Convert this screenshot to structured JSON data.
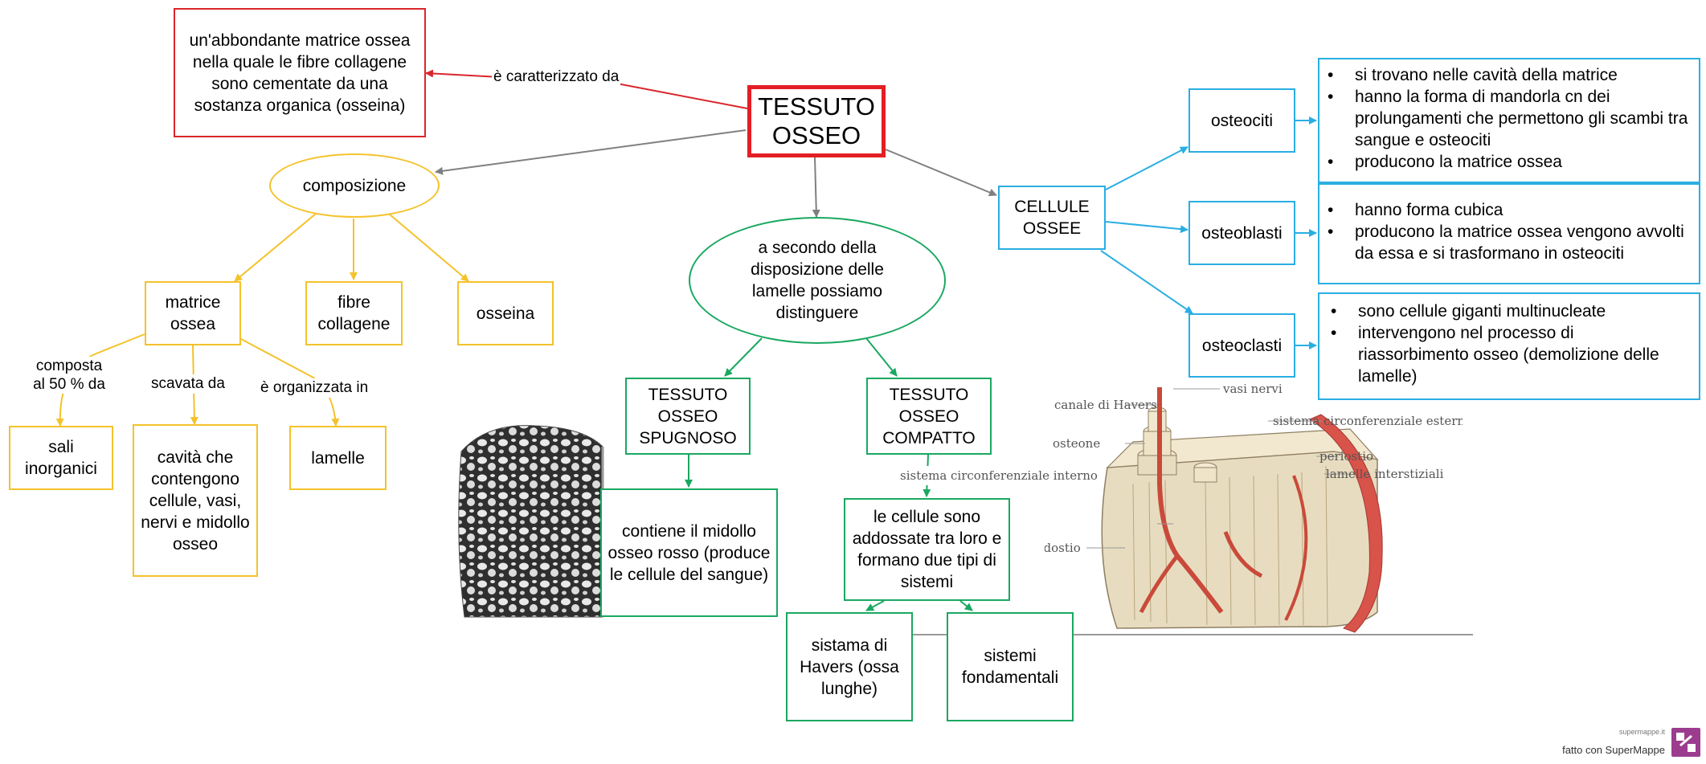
{
  "main": {
    "title": "TESSUTO OSSEO"
  },
  "link_labels": {
    "characterized": "è caratterizzato da",
    "composed": "composta al 50 % da",
    "hollowed": "scavata da",
    "organized": "è organizzata in"
  },
  "nodes": {
    "matrix_desc": "un'abbondante matrice ossea nella quale le fibre collagene sono cementate da una sostanza organica (osseina)",
    "composition": "composizione",
    "bone_matrix": "matrice ossea",
    "collagen": "fibre collagene",
    "ossein": "osseina",
    "salts": "sali inorganici",
    "cavities": "cavità che contengono cellule, vasi, nervi e midollo osseo",
    "lamellae": "lamelle",
    "distinguish": "a secondo della disposizione delle lamelle possiamo distinguere",
    "spongy": "TESSUTO OSSEO SPUGNOSO",
    "compact": "TESSUTO OSSEO COMPATTO",
    "marrow": "contiene il midollo osseo rosso (produce le cellule del sangue)",
    "cells_adjacent": "le cellule sono addossate tra loro e formano due tipi di sistemi",
    "havers": "sistama di Havers (ossa lunghe)",
    "fundamental": "sistemi fondamentali",
    "bone_cells": "CELLULE OSSEE",
    "osteocytes": "osteociti",
    "osteoblasts": "osteoblasti",
    "osteoclasts": "osteoclasti"
  },
  "lists": {
    "osteocytes": [
      "si trovano nelle cavità della matrice",
      "hanno la forma di mandorla cn dei prolungamenti che permettono gli scambi tra sangue e osteociti",
      "producono la matrice ossea"
    ],
    "osteoblasts": [
      "hanno forma cubica",
      "producono la matrice ossea vengono avvolti da essa e si trasformano in osteociti"
    ],
    "osteoclasts": [
      "sono cellule giganti multinucleate",
      "intervengono nel processo di riassorbimento osseo (demolizione delle lamelle)"
    ]
  },
  "illustration_labels": {
    "vessels": "vasi nervi",
    "havers_canal": "canale di Havers",
    "external": "sistema circonferenziale esterno",
    "osteon": "osteone",
    "periosteum": "periostio",
    "internal": "sistema circonferenziale interno",
    "interstitial": "lamelle interstiziali",
    "endosteum": "endostio"
  },
  "branding": {
    "site": "supermappe.it",
    "made_with": "fatto con SuperMappe"
  },
  "colors": {
    "main": "#e41e25",
    "red": "#d9262b",
    "yellow": "#f4c22b",
    "green": "#1aa861",
    "blue": "#2aaee2",
    "gray": "#808080",
    "brand": "#9b3c8e"
  }
}
